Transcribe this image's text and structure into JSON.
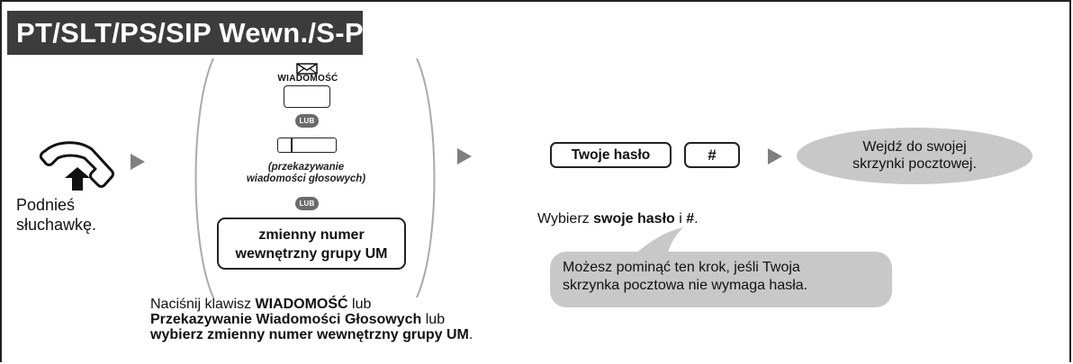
{
  "title": "PT/SLT/PS/SIP Wewn./S-PS",
  "step_offhook": {
    "icon": "handset-icon",
    "caption_line1": "Podnieś",
    "caption_line2": "słuchawkę."
  },
  "step_select": {
    "message_key_label": "WIADOMOŚĆ",
    "message_icon": "envelope-icon",
    "or_badge_1": "LUB",
    "or_badge_2": "LUB",
    "vm_transfer_caption_line1": "(przekazywanie",
    "vm_transfer_caption_line2": "wiadomości głosowych)",
    "ext_box_line1": "zmienny numer",
    "ext_box_line2": "wewnętrzny grupy UM",
    "caption": {
      "line1_pre": "Naciśnij klawisz ",
      "line1_bold": "WIADOMOŚĆ",
      "line1_post": " lub",
      "line2_bold": "Przekazywanie Wiadomości Głosowych",
      "line2_post": " lub",
      "line3_bold": "wybierz zmienny numer wewnętrzny grupy UM",
      "line3_post": "."
    }
  },
  "step_password": {
    "password_key": "Twoje hasło",
    "hash_key": "#",
    "caption_pre": "Wybierz ",
    "caption_bold1": "swoje hasło",
    "caption_mid": " i ",
    "caption_bold2": "#",
    "caption_post": ".",
    "note_line1": "Możesz pominąć ten krok, jeśli Twoja",
    "note_line2": "skrzynka pocztowa nie wymaga hasła."
  },
  "result": {
    "line1": "Wejdź do swojej",
    "line2": "skrzynki pocztowej."
  },
  "colors": {
    "title_bg": "#3c3c3c",
    "arrow": "#7f7f7f",
    "bubble_bg": "#c8c8c8",
    "badge_bg": "#6b6b6b"
  }
}
